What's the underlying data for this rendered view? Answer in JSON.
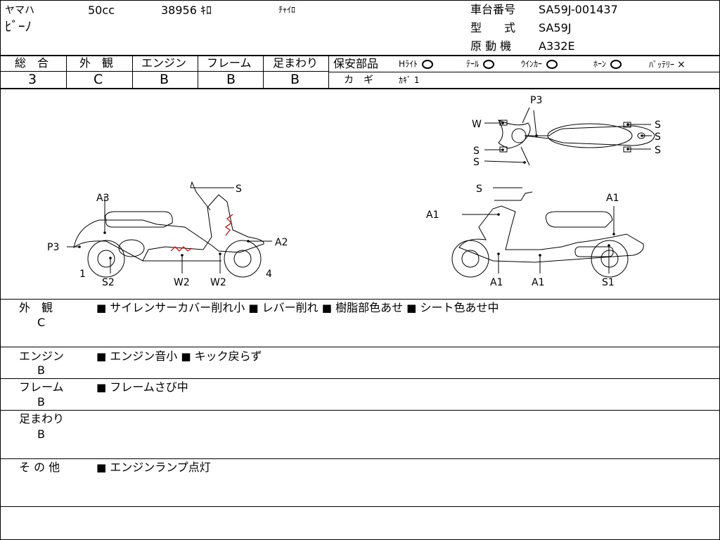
{
  "header": {
    "maker": "ヤマハ",
    "displacement": "50cc",
    "mileage": "38956 ｷﾛ",
    "color": "ﾁｬｲﾛ",
    "model_name": "ﾋﾞｰﾉ",
    "frame_no_label": "車台番号",
    "frame_no": "SA59J-001437",
    "type_label": "型　　式",
    "type_value": "SA59J",
    "engine_label": "原 動 機",
    "engine_value": "A332E"
  },
  "grades": {
    "overall": {
      "label": "総　合",
      "value": "3"
    },
    "exterior": {
      "label": "外　観",
      "value": "C"
    },
    "engine": {
      "label": "エンジン",
      "value": "B"
    },
    "frame": {
      "label": "フレーム",
      "value": "B"
    },
    "suspension": {
      "label": "足まわり",
      "value": "B"
    }
  },
  "safety_parts": {
    "label": "保安部品",
    "items": [
      {
        "label": "Hﾗｲﾄ",
        "state": "ok"
      },
      {
        "label": "ﾃｰﾙ",
        "state": "ok"
      },
      {
        "label": "ｳｲﾝｶｰ",
        "state": "ok"
      },
      {
        "label": "ﾎｰﾝ",
        "state": "ok"
      },
      {
        "label": "ﾊﾞｯﾃﾘｰ",
        "state": "ng"
      }
    ],
    "key_label": "カ　ギ",
    "key_value": "ｶｷﾞ 1"
  },
  "diagram_labels": {
    "top": {
      "p3": "P3",
      "w": "W",
      "s_left_upper": "S",
      "s_left_lower": "S",
      "s_right_1": "S",
      "s_right_2": "S",
      "s_right_3": "S"
    },
    "left": {
      "s": "S",
      "a3": "A3",
      "p3": "P3",
      "a2": "A2",
      "num1": "1",
      "s2": "S2",
      "w2a": "W2",
      "w2b": "W2",
      "num4": "4"
    },
    "right": {
      "s": "S",
      "a1_top": "A1",
      "a1_left": "A1",
      "a1_b1": "A1",
      "a1_b2": "A1",
      "s1": "S1"
    }
  },
  "notes": [
    {
      "label": "外　観",
      "grade": "C",
      "items": [
        "サイレンサーカバー削れ小",
        "レバー削れ",
        "樹脂部色あせ",
        "シート色あせ中"
      ]
    },
    {
      "label": "エンジン",
      "grade": "B",
      "items": [
        "エンジン音小",
        "キック戻らず"
      ]
    },
    {
      "label": "フレーム",
      "grade": "B",
      "items": [
        "フレームさび中"
      ]
    },
    {
      "label": "足まわり",
      "grade": "B",
      "items": []
    },
    {
      "label": "そ の 他",
      "grade": "",
      "items": [
        "エンジンランプ点灯"
      ]
    }
  ],
  "bullet": "■",
  "colors": {
    "damage_mark": "#d40000",
    "line": "#000000"
  }
}
